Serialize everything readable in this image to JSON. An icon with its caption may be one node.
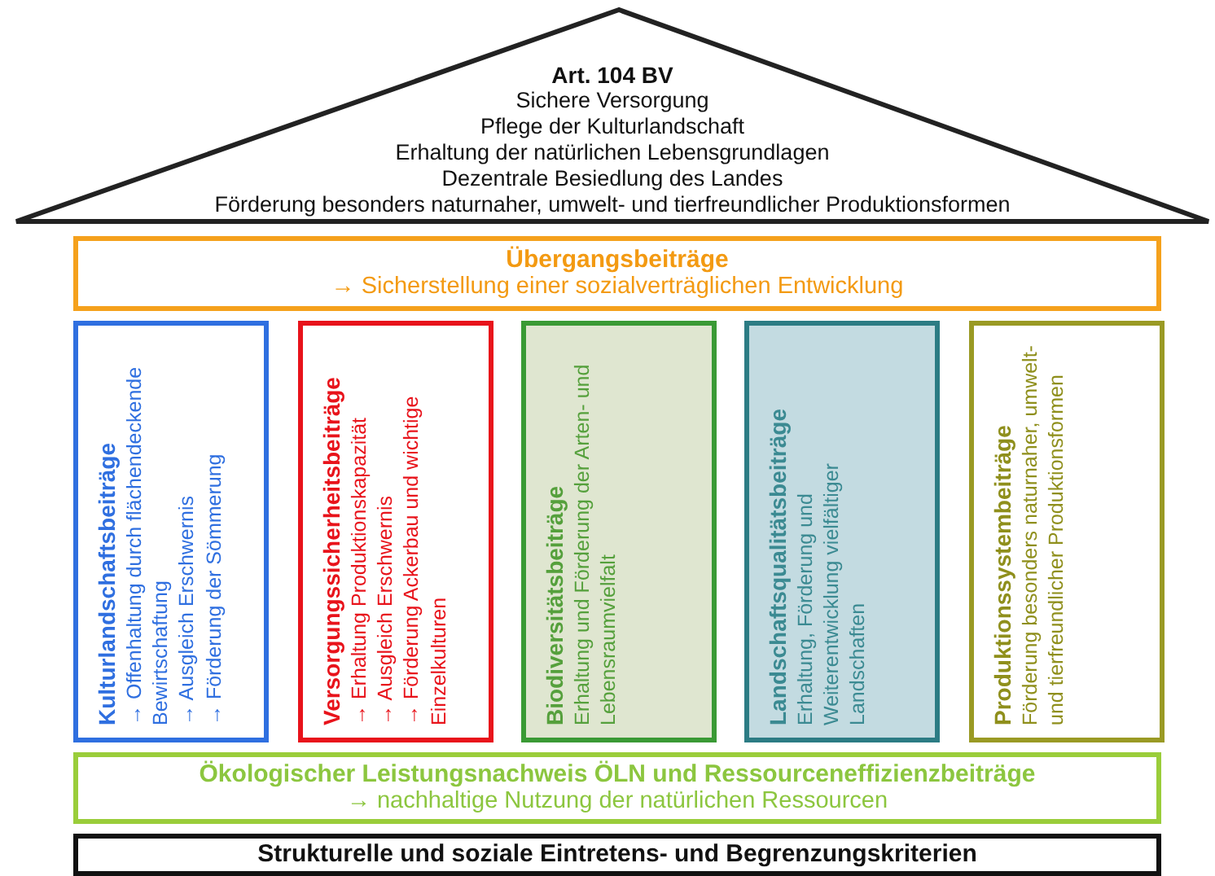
{
  "diagram": {
    "nodes": [
      {
        "text": [
          "Art. 104 BV",
          "Sichere Versorgung",
          "Pflege der Kulturlandschaft",
          "Erhaltung der natürlichen Lebensgrundlagen",
          "Dezentrale Besiedlung des Landes",
          "Förderung besonders naturnaher, umwelt- und tierfreundlicher Produktionsformen"
        ]
      },
      {
        "text": [
          "Übergangsbeiträge",
          "→ Sicherstellung einer sozialverträglichen Entwicklung"
        ]
      },
      {
        "text": [
          "Kulturlandschaftsbeiträge",
          "→ Offenhaltung durch flächendeckende Bewirtschaftung",
          "→ Ausgleich Erschwernis",
          "→ Förderung der Sömmerung"
        ]
      },
      {
        "text": [
          "Versorgungssicherheitsbeiträge",
          "→ Erhaltung Produktionskapazität",
          "→ Ausgleich Erschwernis",
          "→ Förderung Ackerbau und wichtige Einzelkulturen"
        ]
      },
      {
        "text": [
          "Biodiversitätsbeiträge",
          "Erhaltung und Förderung der Arten- und Lebensraumvielfalt"
        ]
      },
      {
        "text": [
          "Landschaftsqualitätsbeiträge",
          "Erhaltung, Förderung und Weiterentwicklung vielfältiger Landschaften"
        ]
      },
      {
        "text": [
          "Produktionssystembeiträge",
          "Förderung besonders naturnaher, umwelt- und tierfreundlicher Produktionsformen"
        ]
      },
      {
        "text": [
          "Ökologischer Leistungsnachweis ÖLN und Ressourceneffizienzbeiträge",
          "→ nachhaltige Nutzung der natürlichen Ressourcen"
        ]
      },
      {
        "text": [
          "Strukturelle und soziale Eintretens- und Begrenzungskriterien"
        ]
      }
    ]
  }
}
